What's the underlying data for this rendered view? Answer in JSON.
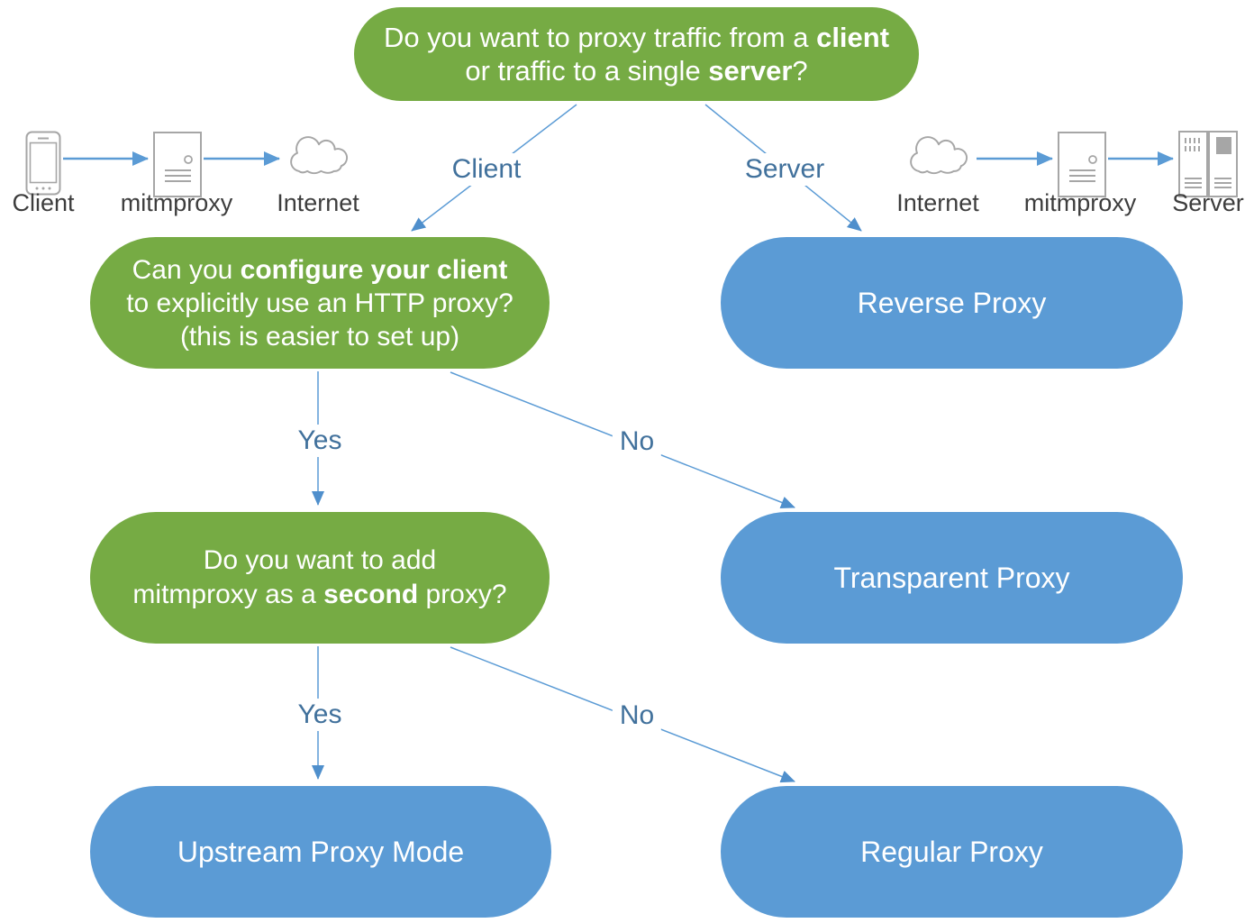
{
  "diagram": {
    "title_hint": "mitmproxy mode decision flowchart",
    "root_question": {
      "pre1": "Do you want to proxy traffic from a ",
      "bold1": "client",
      "pre2": "or traffic to a single ",
      "bold2": "server",
      "post2": "?"
    },
    "client_question": {
      "pre1": "Can you ",
      "bold1": "configure your client",
      "line2": "to explicitly use an HTTP proxy?",
      "line3": "(this is easier to set up)"
    },
    "second_proxy_question": {
      "line1": "Do you want to add",
      "pre2": "mitmproxy as a ",
      "bold2": "second",
      "post2": " proxy?"
    },
    "outcomes": {
      "reverse": "Reverse Proxy",
      "transparent": "Transparent Proxy",
      "upstream": "Upstream Proxy Mode",
      "regular": "Regular Proxy"
    },
    "edge_labels": {
      "client": "Client",
      "server": "Server",
      "yes1": "Yes",
      "no1": "No",
      "yes2": "Yes",
      "no2": "No"
    },
    "client_flow": {
      "device": "Client",
      "proxy": "mitmproxy",
      "network": "Internet"
    },
    "server_flow": {
      "network": "Internet",
      "proxy": "mitmproxy",
      "device": "Server"
    },
    "icons": {
      "left_flow": [
        "smartphone-icon",
        "server-icon",
        "cloud-icon"
      ],
      "right_flow": [
        "cloud-icon",
        "server-icon",
        "server-rack-icon"
      ]
    },
    "colors": {
      "question_green": "#76ab44",
      "outcome_blue": "#5b9bd5",
      "connector_blue": "#5b9bd5",
      "edge_label_blue": "#41719c",
      "icon_gray": "#a6a6a6",
      "caption_dark": "#3d3d3d"
    }
  }
}
